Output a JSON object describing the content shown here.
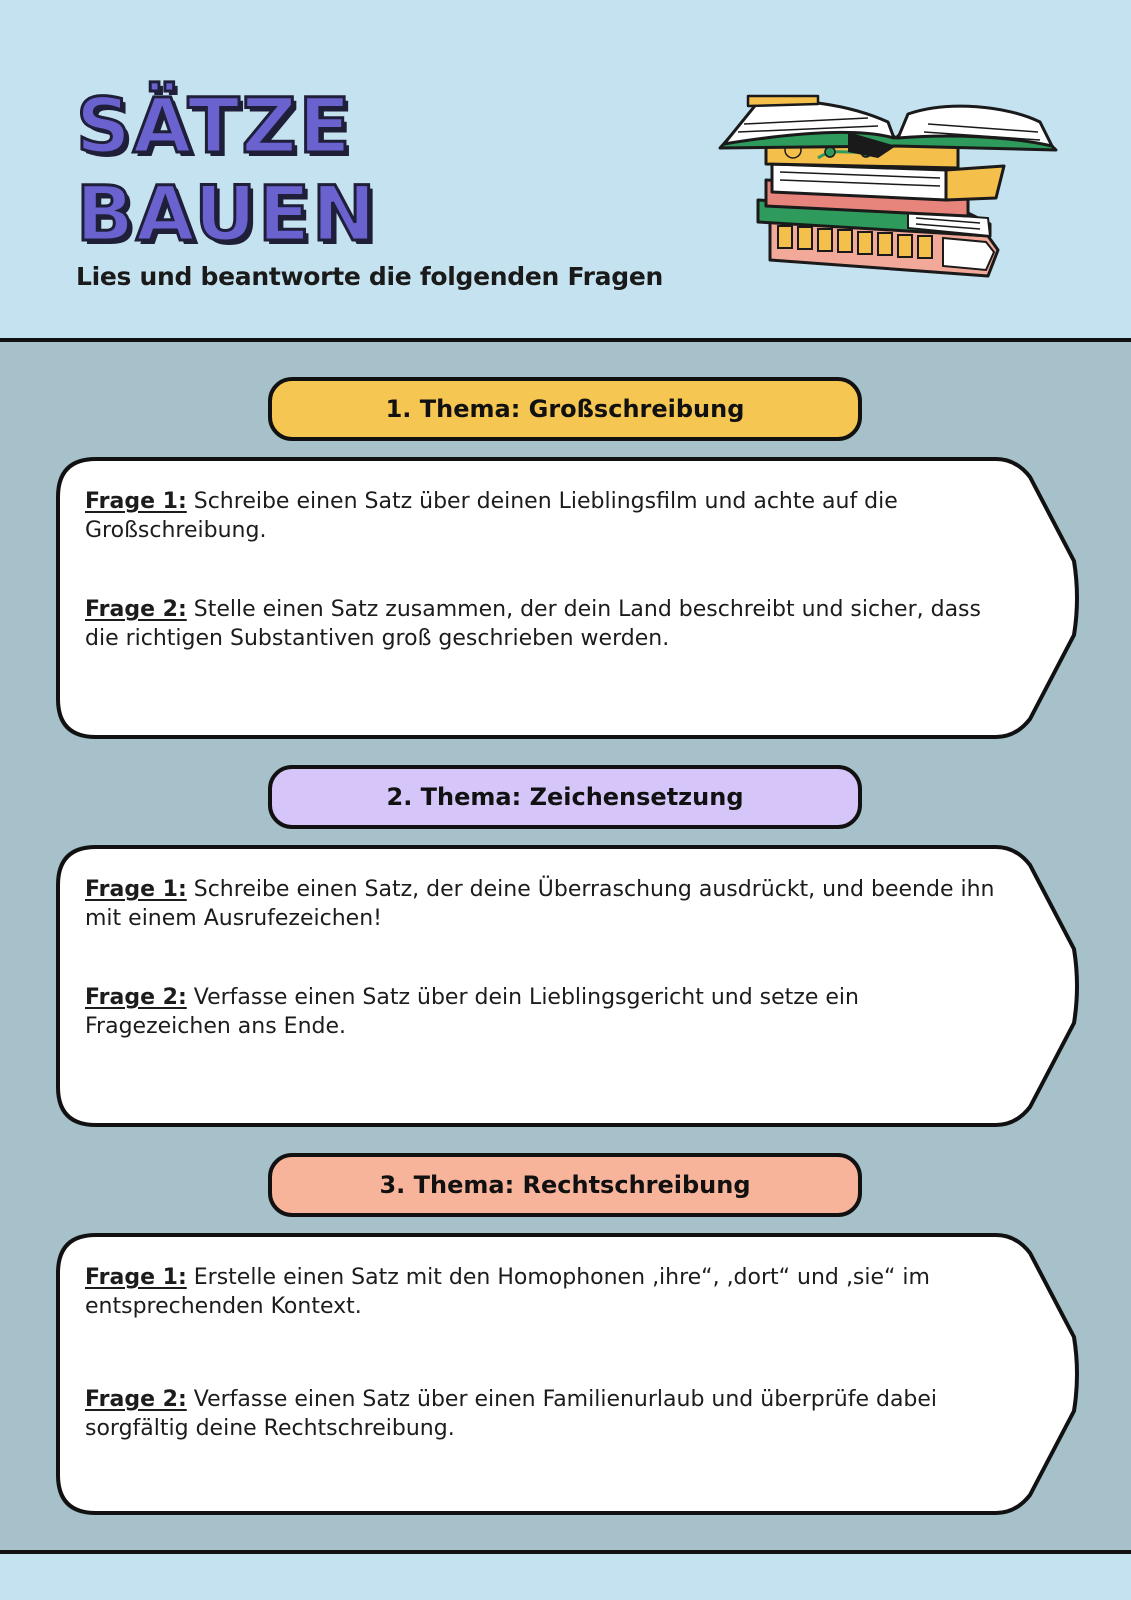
{
  "header": {
    "title_line1": "SÄTZE",
    "title_line2": "BAUEN",
    "subtitle": "Lies und beantworte die folgenden Fragen",
    "illustration": "stack-of-books-icon"
  },
  "colors": {
    "background_light": "#c5e2f0",
    "background_main": "#a6c1c9",
    "title_fill": "#6a63cf",
    "section1_pill": "#f6c652",
    "section2_pill": "#d5c5f8",
    "section3_pill": "#f7b49b"
  },
  "sections": [
    {
      "title": "1. Thema: Großschreibung",
      "questions": [
        {
          "label": "Frage 1:",
          "text": "Schreibe einen Satz über deinen Lieblingsfilm und achte auf die Großschreibung."
        },
        {
          "label": "Frage 2:",
          "text": "Stelle einen Satz zusammen, der dein Land beschreibt und sicher, dass die richtigen Substantiven groß geschrieben werden."
        }
      ]
    },
    {
      "title": "2. Thema: Zeichensetzung",
      "questions": [
        {
          "label": "Frage 1:",
          "text": "Schreibe einen Satz, der deine Überraschung ausdrückt, und beende ihn mit einem Ausrufezeichen!"
        },
        {
          "label": "Frage 2:",
          "text": "Verfasse einen Satz über dein Lieblingsgericht und setze ein Fragezeichen ans Ende."
        }
      ]
    },
    {
      "title": "3. Thema: Rechtschreibung",
      "questions": [
        {
          "label": "Frage 1:",
          "text": "Erstelle einen Satz mit den Homophonen ‚ihre“, ‚dort“ und ‚sie“ im entsprechenden Kontext."
        },
        {
          "label": "Frage 2:",
          "text": "Verfasse einen Satz über einen Familienurlaub und überprüfe dabei sorgfältig deine Rechtschreibung."
        }
      ]
    }
  ]
}
